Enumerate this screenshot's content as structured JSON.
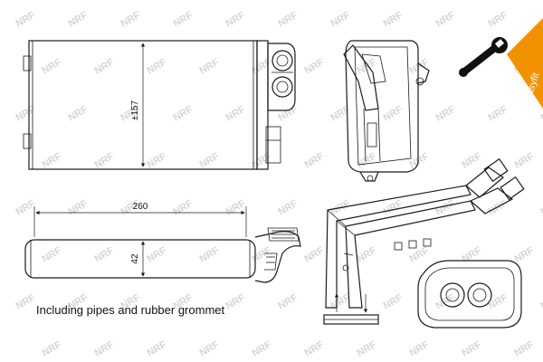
{
  "caption": "Including pipes and rubber grommet",
  "dimensions": {
    "height_front": "±157",
    "length": "260",
    "depth": "42"
  },
  "watermark_text": "NRF",
  "badge": {
    "label": "easyfit",
    "color": "#f39200",
    "icon": "wrench-icon"
  }
}
